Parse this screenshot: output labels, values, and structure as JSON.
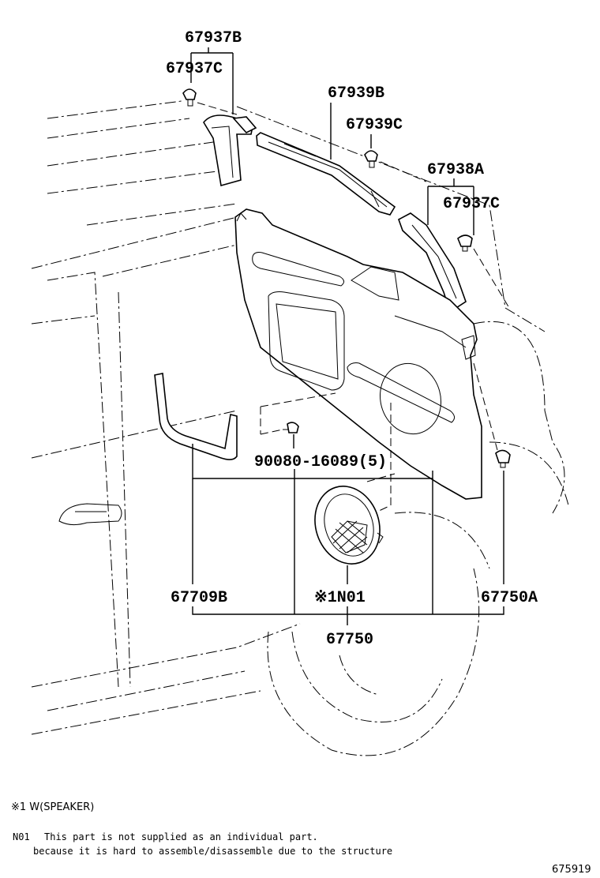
{
  "labels": {
    "p67937B": "67937B",
    "p67937C_top": "67937C",
    "p67939B": "67939B",
    "p67939C": "67939C",
    "p67938A": "67938A",
    "p67937C_right": "67937C",
    "p90080": "90080-16089(5)",
    "p67709B": "67709B",
    "pN01": "※1N01",
    "p67750A": "67750A",
    "p67750": "67750"
  },
  "legend": {
    "w_speaker": "※1 W(SPEAKER)"
  },
  "note": {
    "code": "N01",
    "line1": "This part is not supplied as an individual part.",
    "line2": "because it is hard to assemble/disassemble due to the structure"
  },
  "diagram_code": "675919"
}
